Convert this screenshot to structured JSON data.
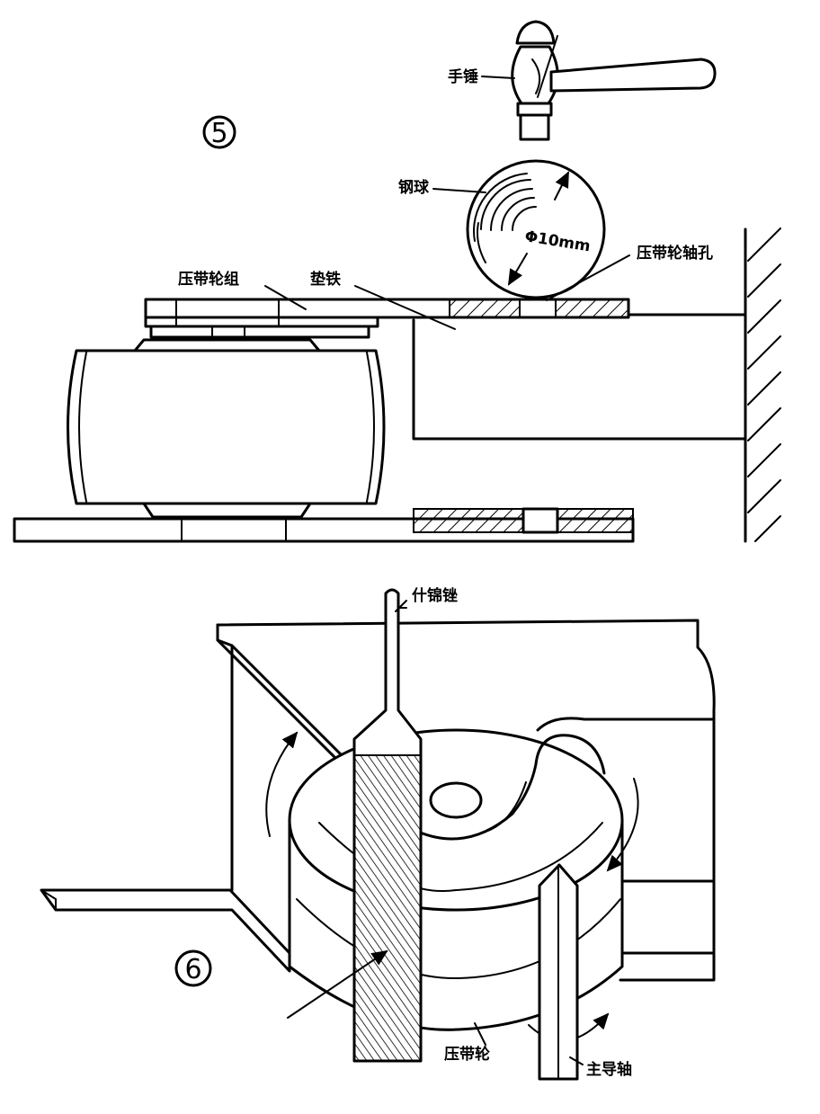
{
  "figure5": {
    "number": "5",
    "labels": {
      "hammer": "手锤",
      "steel_ball": "钢球",
      "ball_diameter": "Φ10mm",
      "pinch_roller_shaft_hole": "压带轮轴孔",
      "pinch_roller_assembly": "压带轮组",
      "sheet_iron": "垫铁"
    }
  },
  "figure6": {
    "number": "6",
    "labels": {
      "file": "什锦锉",
      "pinch_roller": "压带轮",
      "capstan": "主导轴"
    }
  }
}
